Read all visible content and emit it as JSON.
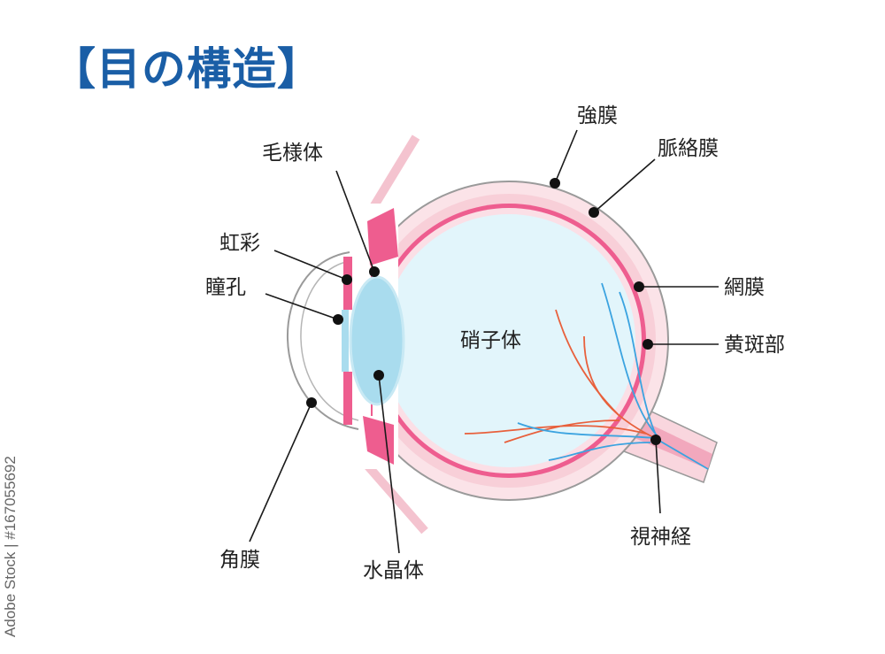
{
  "title": "【目の構造】",
  "stock_id": "Adobe Stock | #167055692",
  "labels": {
    "sclera": "強膜",
    "choroid": "脈絡膜",
    "ciliary_body": "毛様体",
    "iris": "虹彩",
    "pupil": "瞳孔",
    "retina": "網膜",
    "macula": "黄斑部",
    "vitreous": "硝子体",
    "cornea": "角膜",
    "lens": "水晶体",
    "optic_nerve": "視神経"
  },
  "colors": {
    "title": "#1a5ea6",
    "vitreous": "#e2f5fb",
    "retina": "#ee5d8f",
    "choroid_sclera": "#f8cfd8",
    "lens": "#a9dcee",
    "artery": "#e8603c",
    "vein": "#3ba3e0"
  }
}
